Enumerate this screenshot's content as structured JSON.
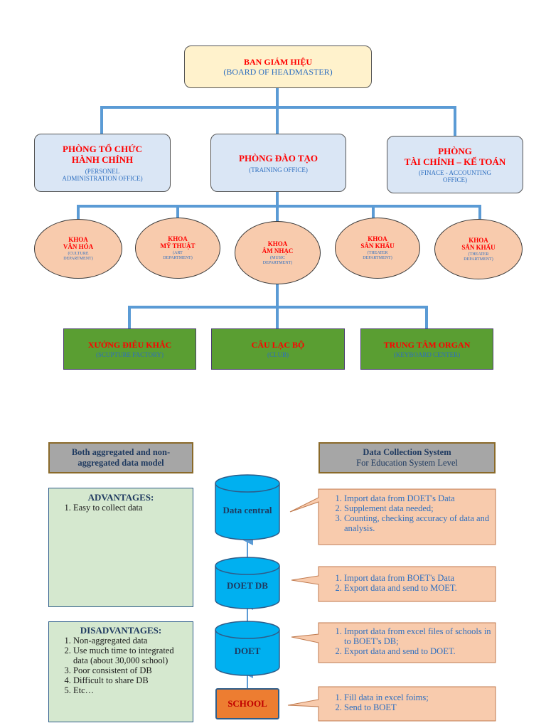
{
  "org_chart": {
    "top": {
      "title": "BAN GIÁM HIỆU",
      "subtitle": "(BOARD OF HEADMASTER)"
    },
    "offices": [
      {
        "title_lines": [
          "PHÒNG TỔ CHỨC",
          "HÀNH CHÍNH"
        ],
        "subtitle_lines": [
          "(PERSONEL",
          "ADMINISTRATION OFFICE)"
        ]
      },
      {
        "title_lines": [
          "PHÒNG ĐÀO TẠO"
        ],
        "subtitle_lines": [
          "(TRAINING OFFICE)"
        ]
      },
      {
        "title_lines": [
          "PHÒNG",
          "TÀI CHÍNH – KẾ TOÁN"
        ],
        "subtitle_lines": [
          "(FINACE - ACCOUNTING",
          "OFFICE)"
        ]
      }
    ],
    "departments": [
      {
        "title_lines": [
          "KHOA",
          "VĂN HÓA"
        ],
        "subtitle_lines": [
          "(CULTURE",
          "DEPARTMENT)"
        ]
      },
      {
        "title_lines": [
          "KHOA",
          "MỸ THUẬT"
        ],
        "subtitle_lines": [
          "(ART",
          "DEPARTMENT)"
        ]
      },
      {
        "title_lines": [
          "KHOA",
          "ÂM NHẠC"
        ],
        "subtitle_lines": [
          "(MUSIC",
          "DEPARTMENT)"
        ]
      },
      {
        "title_lines": [
          "KHOA",
          "SÂN KHẤU"
        ],
        "subtitle_lines": [
          "(THEATER",
          "DEPARTMENT)"
        ]
      },
      {
        "title_lines": [
          "KHOA",
          "SÂN KHẤU"
        ],
        "subtitle_lines": [
          "(THEATER",
          "DEPARTMENT)"
        ]
      }
    ],
    "units": [
      {
        "title": "XƯỞNG ĐIÊU KHẮC",
        "subtitle": "(SCUPTURE FACTORY)"
      },
      {
        "title": "CÂU LẠC BỘ",
        "subtitle": "(CLUB)"
      },
      {
        "title": "TRUNG TÂM ORGAN",
        "subtitle": "(KEYBOARD CENTER)"
      }
    ]
  },
  "data_model": {
    "left_header_lines": [
      "Both aggregated and non-",
      "aggregated data model"
    ],
    "advantages": {
      "title": "ADVANTAGES:",
      "items": [
        "Easy to collect data"
      ]
    },
    "disadvantages": {
      "title": "DISADVANTAGES:",
      "items": [
        "Non-aggregated data",
        "Use much time to integrated      data (about 30,000 school)",
        "Poor consistent of DB",
        "Difficult to share DB",
        "Etc…"
      ]
    },
    "right_header": {
      "title": "Data Collection System",
      "subtitle": "For Education System Level"
    },
    "nodes": [
      "Data central",
      "DOET DB",
      "DOET",
      "SCHOOL"
    ],
    "notes": [
      [
        "Import data from DOET's Data",
        "Supplement data needed;",
        "Counting, checking accuracy of data and analysis."
      ],
      [
        "Import data from BOET's Data",
        "Export data and send to MOET."
      ],
      [
        "Import data from excel files of schools in to BOET's DB;",
        "Export data and send to DOET."
      ],
      [
        "Fill data in excel foims;",
        "Send to BOET"
      ]
    ]
  },
  "colors": {
    "connector": "#5b9bd5",
    "cylinder": "#00b0f0",
    "arrow": "#5b9bd5"
  }
}
